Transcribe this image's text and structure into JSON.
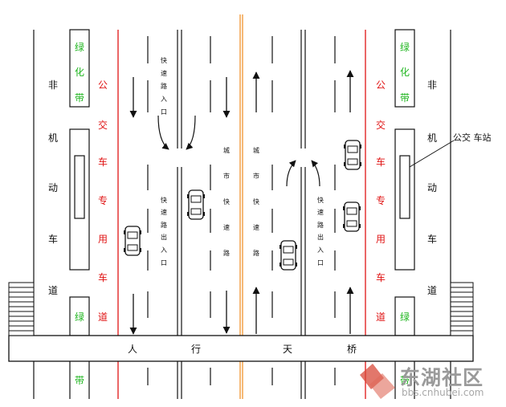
{
  "labels": {
    "nonmotor_left": [
      "非",
      "机",
      "动",
      "车",
      "道"
    ],
    "nonmotor_right": [
      "非",
      "机",
      "动",
      "车",
      "道"
    ],
    "green_top_left": [
      "绿",
      "化",
      "带"
    ],
    "green_top_right": [
      "绿",
      "化",
      "带"
    ],
    "green_bottom_left_upper": "绿",
    "green_bottom_left_lower": "带",
    "green_bottom_right_upper": "绿",
    "green_bottom_right_lower": "带",
    "bus_lane_left": [
      "公",
      "交",
      "车",
      "专",
      "用",
      "车",
      "道"
    ],
    "bus_lane_right": [
      "公",
      "交",
      "车",
      "专",
      "用",
      "车",
      "道"
    ],
    "ramp_in_left": [
      "快",
      "速",
      "路",
      "入",
      "口"
    ],
    "ramp_out_left": [
      "快",
      "速",
      "路",
      "出",
      "入",
      "口"
    ],
    "ramp_out_right": [
      "快",
      "速",
      "路",
      "出",
      "入",
      "口"
    ],
    "expressway_left": [
      "城",
      "市",
      "快",
      "速",
      "路"
    ],
    "expressway_right": [
      "城",
      "市",
      "快",
      "速",
      "路"
    ],
    "bus_station": "公交 车站",
    "bridge": [
      "人",
      "行",
      "天",
      "桥"
    ]
  },
  "watermark": {
    "brand": "东湖社区",
    "url": "bbs.cnhubei.com"
  },
  "colors": {
    "line": "#111111",
    "green_text": "#1db51d",
    "bus_lane": "#e01414",
    "median": "#f08a1c",
    "watermark": "#999999"
  }
}
